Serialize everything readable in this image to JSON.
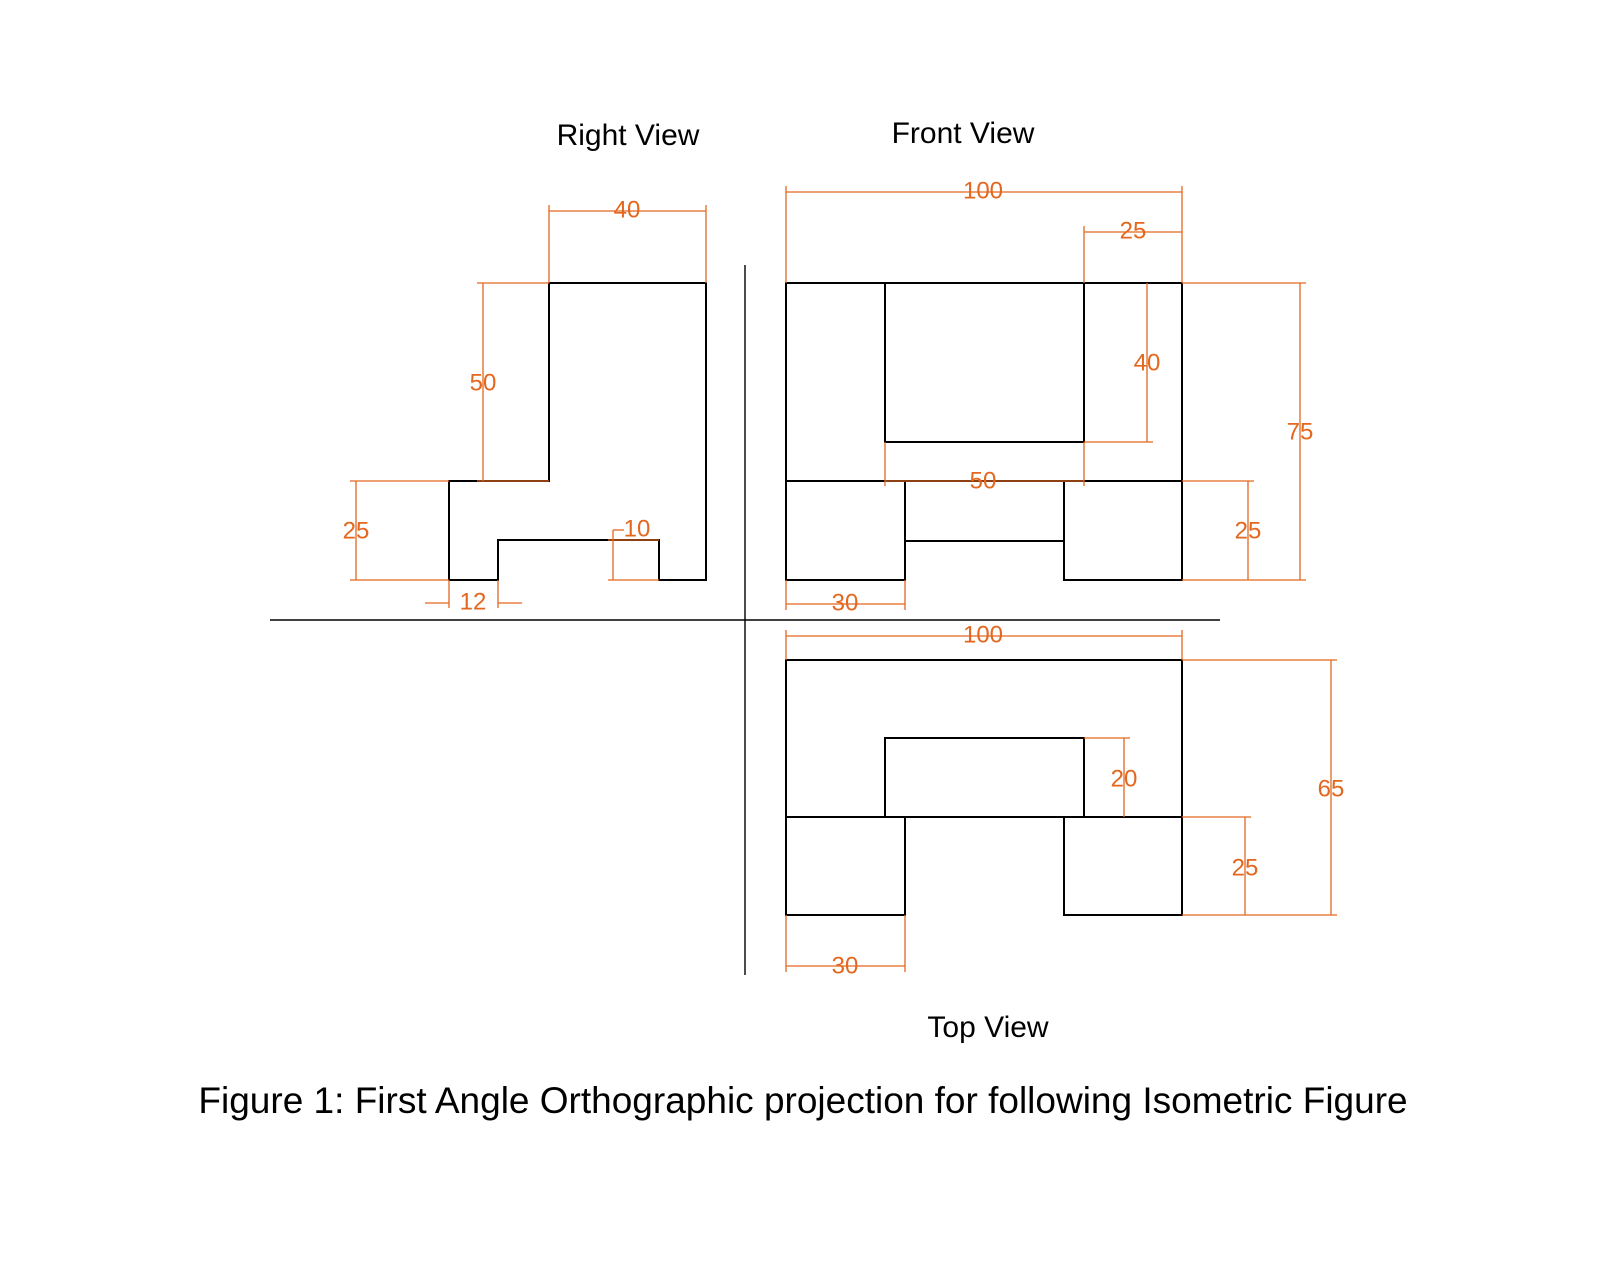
{
  "views": {
    "right": "Right View",
    "front": "Front View",
    "top": "Top View"
  },
  "caption": "Figure 1: First Angle Orthographic projection for following Isometric Figure",
  "dimensions": {
    "right_view": {
      "width": "40",
      "upper_height": "50",
      "lower_height": "25",
      "slot_depth": "10",
      "step": "12"
    },
    "front_view": {
      "total_width": "100",
      "right_width": "25",
      "window_height": "40",
      "total_height": "75",
      "gap_width": "50",
      "leg_height": "25",
      "leg_width": "30"
    },
    "top_view": {
      "total_width": "100",
      "inner_depth": "20",
      "total_depth": "65",
      "leg_depth": "25",
      "leg_width": "30"
    }
  },
  "colors": {
    "outline": "#000000",
    "dimension": "#e3671f"
  }
}
